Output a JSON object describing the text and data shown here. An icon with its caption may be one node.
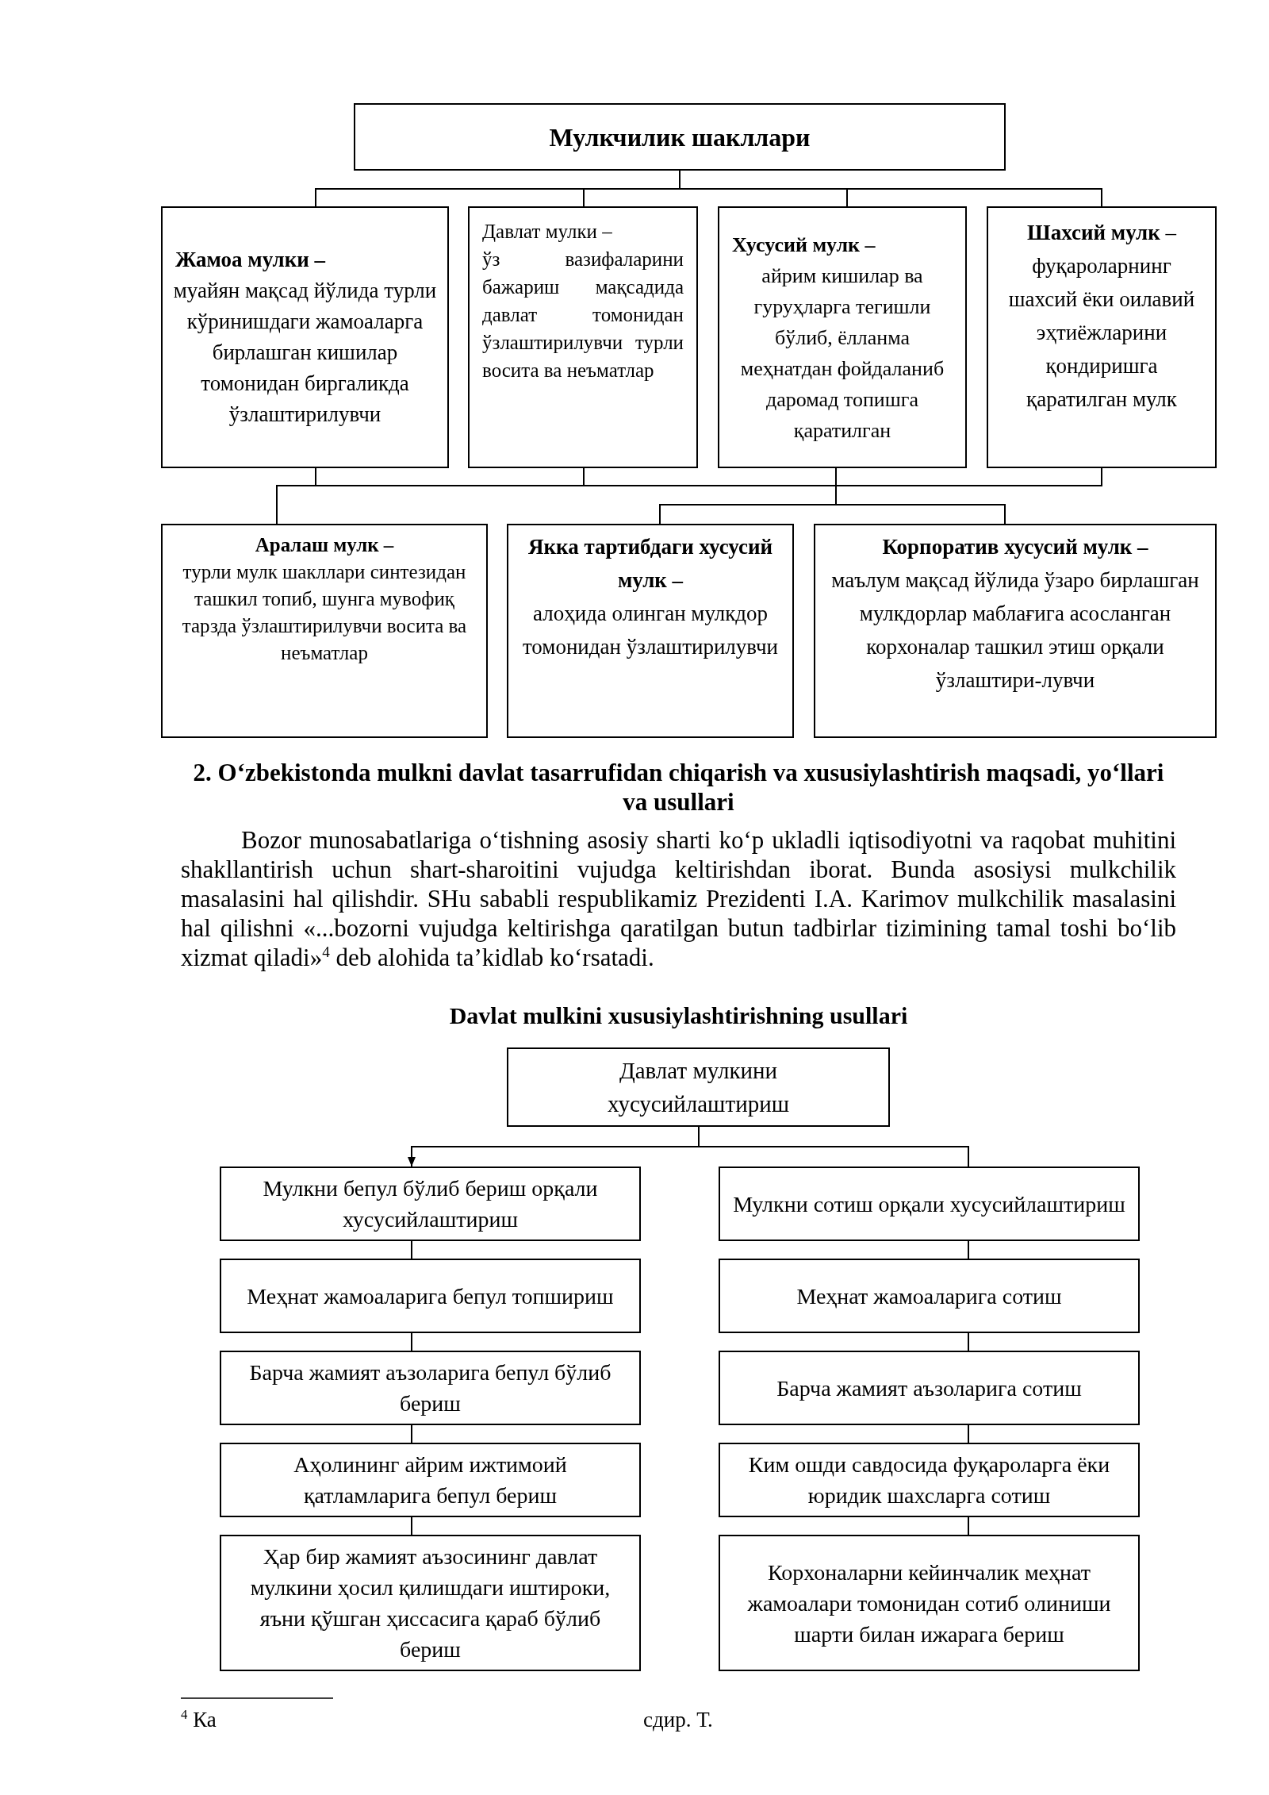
{
  "diagram": {
    "nodes": [
      {
        "text": [
          "Мулкчилик шакллари"
        ]
      },
      {
        "text": [
          "Жамоа мулки –",
          "муайян мақсад йўлида турли кўринишдаги жамоаларга бирлашган кишилар томонидан биргаликда ўзлаштирилувчи"
        ]
      },
      {
        "text": [
          "Давлат мулки –",
          "ўз вазифаларини бажариш мақсадида давлат томонидан ўзлаштирилувчи турли восита ва неъматлар"
        ]
      },
      {
        "text": [
          "Хусусий мулк –",
          "айрим кишилар ва гуруҳларга тегишли бўлиб, ёлланма меҳнатдан фойдаланиб даромад топишга қаратилган"
        ]
      },
      {
        "text": [
          "**Шахсий мулк** – фуқароларнинг шахсий ёки оилавий эҳтиёжларини қондиришга қаратилган мулк"
        ]
      },
      {
        "text": [
          "Аралаш мулк –",
          "турли мулк шакллари синтезидан ташкил топиб, шунга мувофиқ тарзда ўзлаштирилувчи восита ва неъматлар"
        ]
      },
      {
        "text": [
          "Якка тартибдаги хусусий мулк –",
          "алоҳида олинган мулкдор томонидан ўзлаштирилувчи"
        ]
      },
      {
        "text": [
          "Корпоратив хусусий мулк –",
          "маълум мақсад йўлида ўзаро бирлашган мулкдорлар маблағига асосланган корхоналар ташкил этиш орқали ўзлаштири-лувчи"
        ]
      },
      {
        "text": [
          "Давлат мулкини хусусийлаштириш"
        ]
      },
      {
        "text": [
          "Мулкни бепул бўлиб бериш орқали хусусийлаштириш"
        ]
      },
      {
        "text": [
          "Меҳнат жамоаларига бепул топшириш"
        ]
      },
      {
        "text": [
          "Барча жамият аъзоларига бепул бўлиб бериш"
        ]
      },
      {
        "text": [
          "Аҳолининг айрим ижтимоий қатламларига бепул бериш"
        ]
      },
      {
        "text": [
          "Ҳар бир жамият аъзосининг давлат мулкини ҳосил қилишдаги иштироки, яъни қўшган ҳиссасига қараб бўлиб бериш"
        ]
      },
      {
        "text": [
          "Мулкни сотиш орқали хусусийлаштириш"
        ]
      },
      {
        "text": [
          "Меҳнат жамоаларига сотиш"
        ]
      },
      {
        "text": [
          "Барча жамият аъзоларига сотиш"
        ]
      },
      {
        "text": [
          "Ким ошди савдосида фуқароларга ёки юридик шахсларга сотиш"
        ]
      },
      {
        "text": [
          "Корхоналарни кейинчалик меҳнат жамоалари томонидан сотиб олиниши шарти билан ижарага бериш"
        ]
      }
    ],
    "edges": [
      {
        "from": 0,
        "to": 1,
        "arrow": "none"
      },
      {
        "from": 0,
        "to": 2,
        "arrow": "none"
      },
      {
        "from": 0,
        "to": 3,
        "arrow": "none"
      },
      {
        "from": 0,
        "to": 4,
        "arrow": "none"
      },
      {
        "from": 1,
        "to": 5,
        "arrow": "none"
      },
      {
        "from": 2,
        "to": 5,
        "arrow": "none"
      },
      {
        "from": 3,
        "to": 5,
        "arrow": "none"
      },
      {
        "from": 4,
        "to": 5,
        "arrow": "none"
      },
      {
        "from": 3,
        "to": 6,
        "arrow": "none"
      },
      {
        "from": 3,
        "to": 7,
        "arrow": "none"
      },
      {
        "from": 8,
        "to": 9,
        "arrow": "to"
      },
      {
        "from": 8,
        "to": 14,
        "arrow": "none"
      },
      {
        "from": 9,
        "to": 10,
        "arrow": "none"
      },
      {
        "from": 10,
        "to": 11,
        "arrow": "none"
      },
      {
        "from": 11,
        "to": 12,
        "arrow": "none"
      },
      {
        "from": 12,
        "to": 13,
        "arrow": "none"
      },
      {
        "from": 14,
        "to": 15,
        "arrow": "none"
      },
      {
        "from": 15,
        "to": 16,
        "arrow": "none"
      },
      {
        "from": 16,
        "to": 17,
        "arrow": "none"
      },
      {
        "from": 17,
        "to": 18,
        "arrow": "none"
      }
    ],
    "labels": [
      "2. O‘zbekistonda mulkni davlat tasarrufidan chiqarish va xususiylashtirish maqsadi, yo‘llari va usullari",
      "Bozor munosabatlariga o‘tishning asosiy sharti ko‘p ukladli iqtisodiyotni va raqobat muhitini shakllantirish uchun shart-sharoitini vujudga keltirishdan iborat. Bunda asosiysi mulkchilik masalasini hal qilishdir. SHu sababli respublikamiz Prezidenti I.A. Karimov mulkchilik masalasini hal qilishni «...bozorni vujudga keltirishga qaratilgan butun tadbirlar tizimining tamal toshi bo‘lib xizmat qiladi»$^{4}$ deb alohida ta’kidlab ko‘rsatadi.",
      "Davlat mulkini xususiylashtirishning usullari",
      "$^{4}$ Ка",
      "сдир. Т."
    ]
  }
}
